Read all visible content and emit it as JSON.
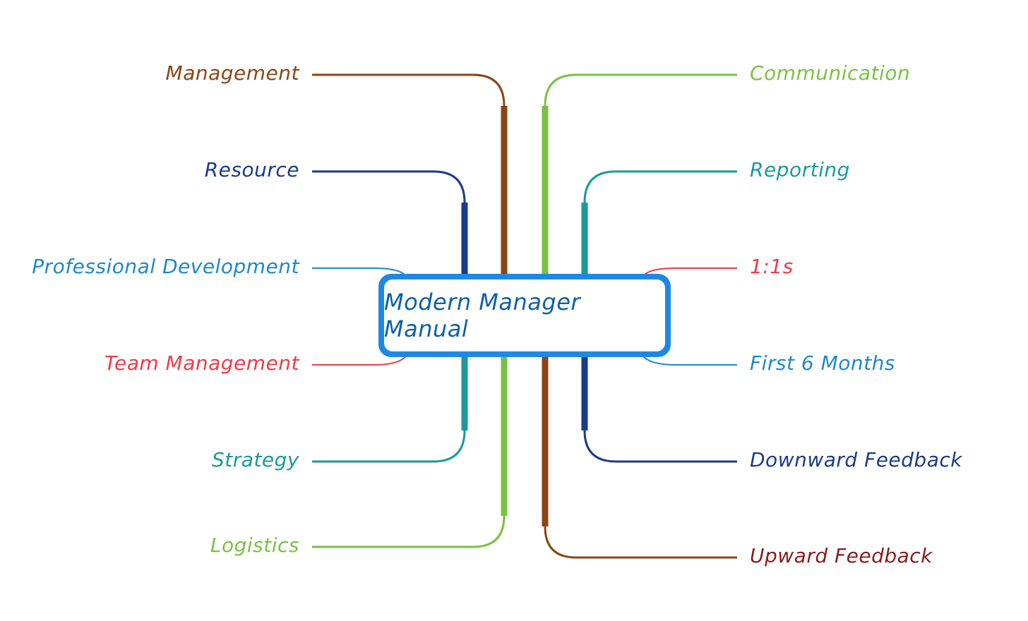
{
  "center": {
    "title": "Modern Manager Manual",
    "border_color": "#1e88e5",
    "text_color": "#0d5fa8"
  },
  "branches": [
    {
      "id": "management",
      "label": "Management",
      "side": "left",
      "color": "#8b4513"
    },
    {
      "id": "resource",
      "label": "Resource",
      "side": "left",
      "color": "#1a3a8a"
    },
    {
      "id": "professional-development",
      "label": "Professional Development",
      "side": "left",
      "color": "#1e88c8"
    },
    {
      "id": "team-management",
      "label": "Team Management",
      "side": "left",
      "color": "#f03a47"
    },
    {
      "id": "strategy",
      "label": "Strategy",
      "side": "left",
      "color": "#1a9a9a"
    },
    {
      "id": "logistics",
      "label": "Logistics",
      "side": "left",
      "color": "#7ac143"
    },
    {
      "id": "communication",
      "label": "Communication",
      "side": "right",
      "color": "#7ac143"
    },
    {
      "id": "reporting",
      "label": "Reporting",
      "side": "right",
      "color": "#1a9a9a"
    },
    {
      "id": "one-on-ones",
      "label": "1:1s",
      "side": "right",
      "color": "#f03a47"
    },
    {
      "id": "first-6-months",
      "label": "First 6 Months",
      "side": "right",
      "color": "#1e88c8"
    },
    {
      "id": "downward-feedback",
      "label": "Downward Feedback",
      "side": "right",
      "color": "#1a3a8a"
    },
    {
      "id": "upward-feedback",
      "label": "Upward Feedback",
      "side": "right",
      "color": "#8b1a1a"
    }
  ]
}
